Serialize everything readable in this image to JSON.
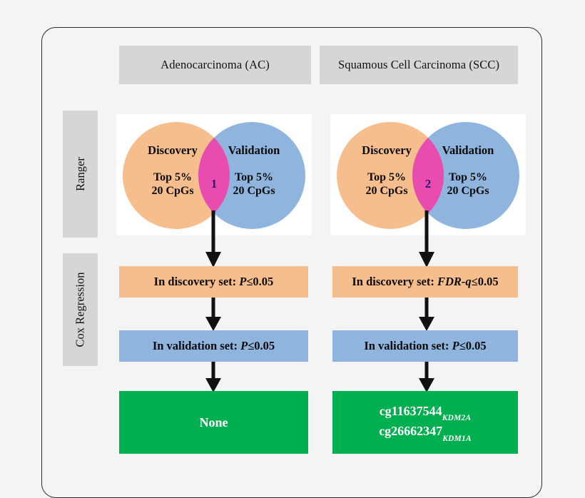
{
  "figure": {
    "columns": [
      {
        "id": "ac",
        "header": "Adenocarcinoma (AC)"
      },
      {
        "id": "scc",
        "header": "Squamous Cell Carcinoma (SCC)"
      }
    ],
    "stages": [
      {
        "id": "ranger",
        "label": "Ranger"
      },
      {
        "id": "cox",
        "label": "Cox Regression"
      }
    ],
    "venn": {
      "ac": {
        "left_title": "Discovery",
        "left_sub_line1": "Top 5%",
        "left_sub_line2": "20 CpGs",
        "right_title": "Validation",
        "right_sub_line1": "Top 5%",
        "right_sub_line2": "20 CpGs",
        "intersection_count": "1"
      },
      "scc": {
        "left_title": "Discovery",
        "left_sub_line1": "Top 5%",
        "left_sub_line2": "20 CpGs",
        "right_title": "Validation",
        "right_sub_line1": "Top 5%",
        "right_sub_line2": "20 CpGs",
        "intersection_count": "2"
      }
    },
    "cox": {
      "ac": {
        "discovery_prefix": "In discovery set: ",
        "discovery_symbol": "P",
        "discovery_threshold": "≤0.05",
        "validation_prefix": "In validation set: ",
        "validation_symbol": "P",
        "validation_threshold": "≤0.05",
        "result_lines": [
          {
            "cpg": "None",
            "gene": ""
          }
        ]
      },
      "scc": {
        "discovery_prefix": "In discovery set: ",
        "discovery_symbol": "FDR-q",
        "discovery_threshold": "≤0.05",
        "validation_prefix": "In validation set: ",
        "validation_symbol": "P",
        "validation_threshold": "≤0.05",
        "result_lines": [
          {
            "cpg": "cg11637544",
            "gene": "KDM2A"
          },
          {
            "cpg": "cg26662347",
            "gene": "KDM1A"
          }
        ]
      }
    },
    "colors": {
      "discovery_circle": "#F5BE8C",
      "validation_circle": "#8FB5DE",
      "intersection": "#E84CAE",
      "intersection_text": "#2A1B6E",
      "header_bar": "#D6D6D6",
      "result_box": "#00AF50",
      "background": "#F4F4F4",
      "arrow": "#111111"
    }
  }
}
